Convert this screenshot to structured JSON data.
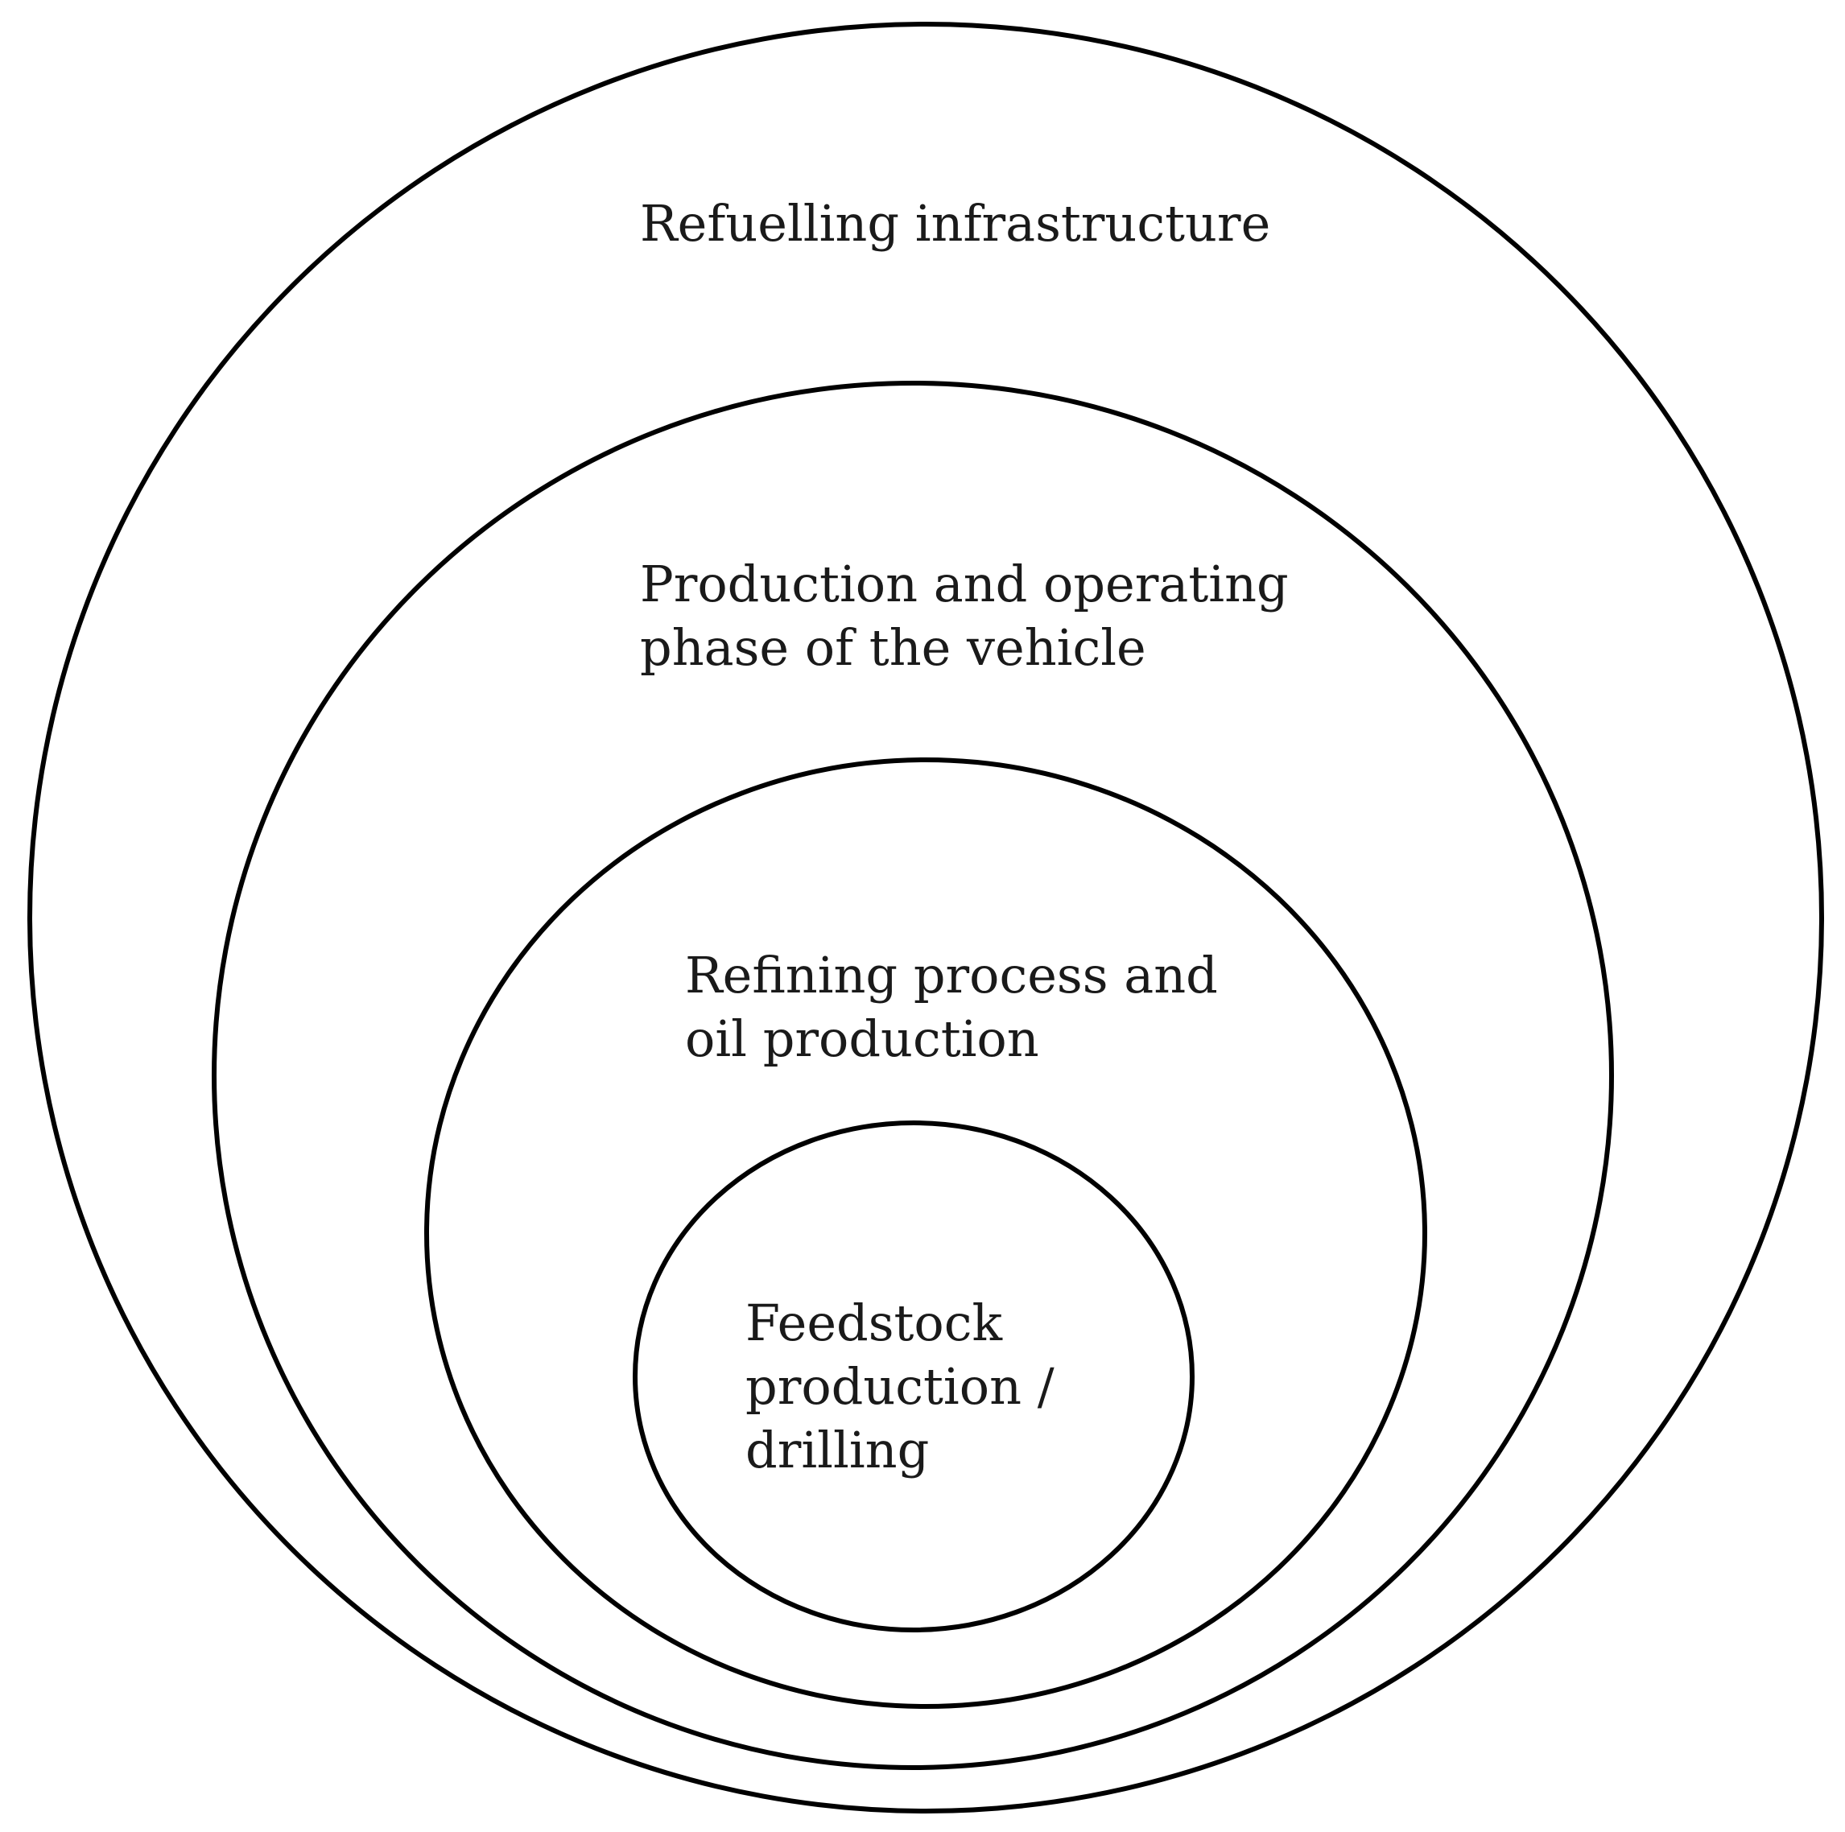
{
  "diagram": {
    "layers": [
      {
        "lines": [
          "Refuelling infrastructure"
        ]
      },
      {
        "lines": [
          "Production and operating",
          "phase of the vehicle"
        ]
      },
      {
        "lines": [
          "Refining process and",
          "oil production"
        ]
      },
      {
        "lines": [
          "Feedstock",
          "production /",
          "drilling"
        ]
      }
    ],
    "colors": {
      "stroke": "#000000",
      "text": "#1a1a1a",
      "background": "#ffffff"
    }
  }
}
